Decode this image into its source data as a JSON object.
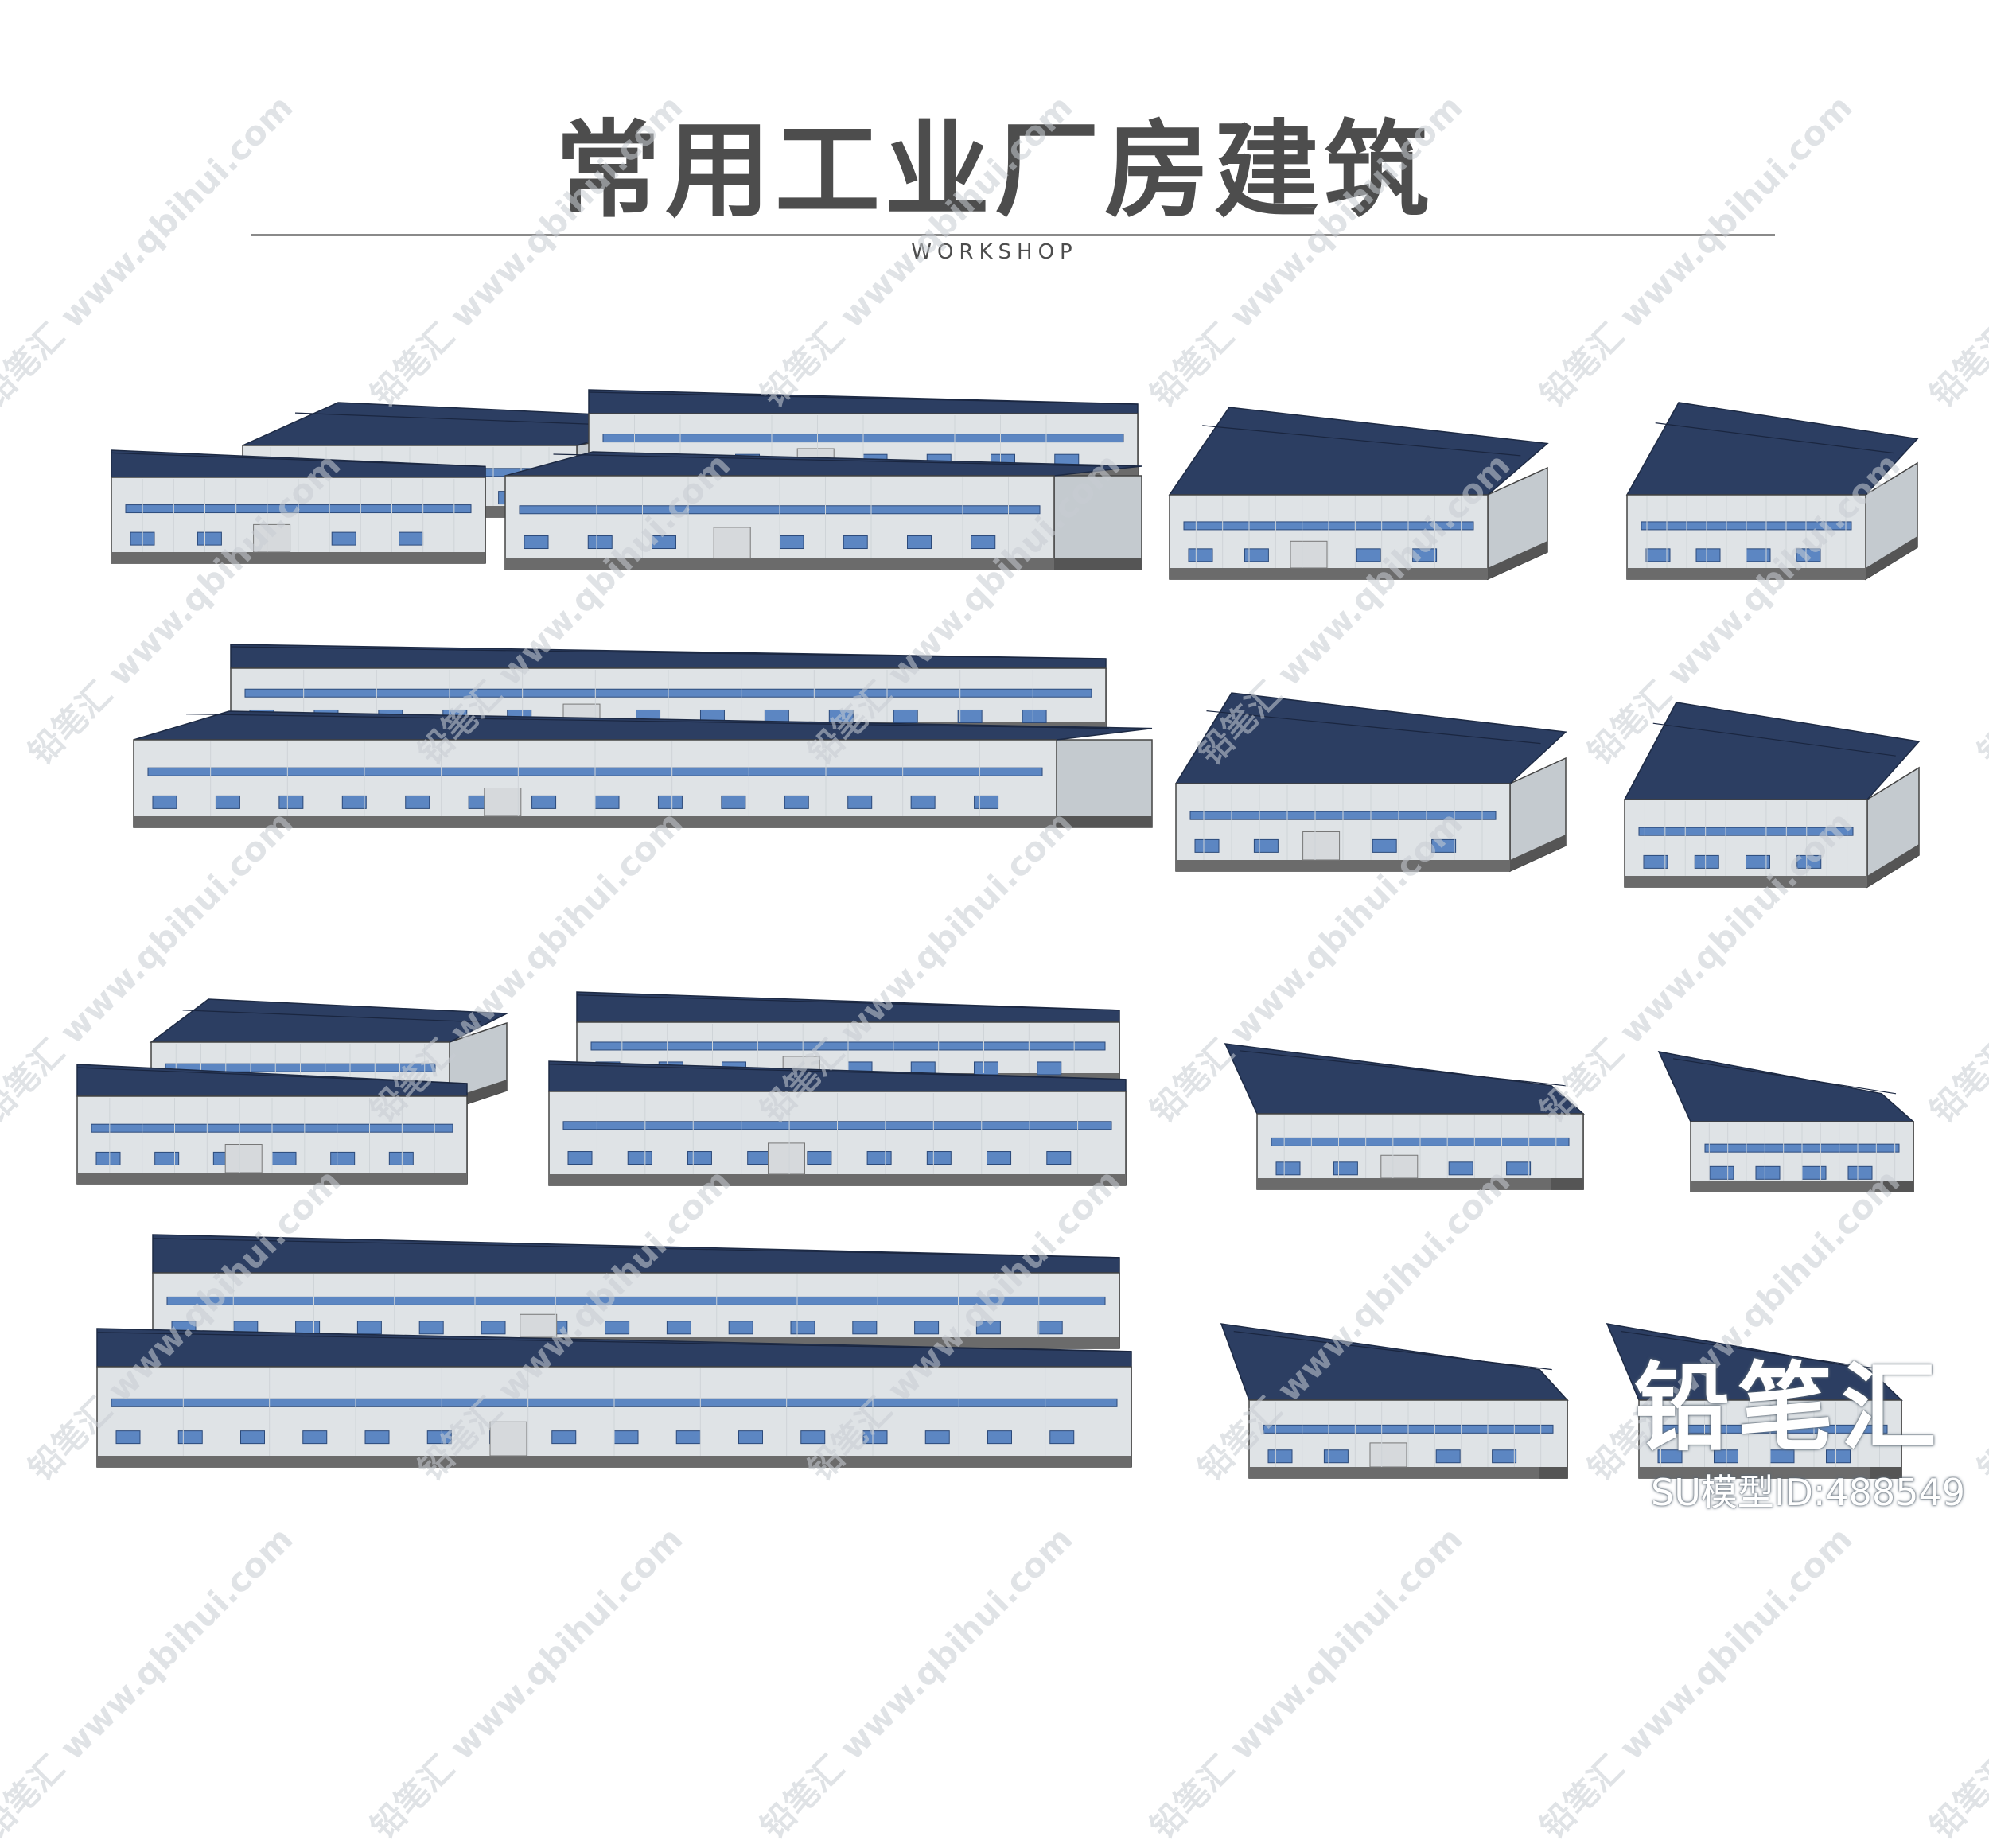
{
  "header": {
    "title": "常用工业厂房建筑",
    "subtitle": "WORKSHOP"
  },
  "watermark": {
    "domain_text": "www.qbihui.com",
    "brand_text": "铅笔汇"
  },
  "brand_overlay": {
    "name": "铅笔汇",
    "model_id": "SU模型ID:488549"
  },
  "colors": {
    "roof": "#2c3e62",
    "wall": "#dfe3e6",
    "window": "#5c86c2",
    "base": "#6b6b6b",
    "title": "#4d4d4d"
  }
}
